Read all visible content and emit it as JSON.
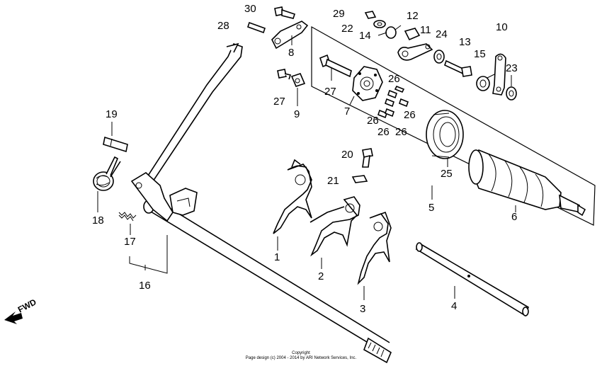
{
  "fwd_label": "FWD",
  "callouts": [
    {
      "id": "n1",
      "label": "1"
    },
    {
      "id": "n2",
      "label": "2"
    },
    {
      "id": "n3",
      "label": "3"
    },
    {
      "id": "n4",
      "label": "4"
    },
    {
      "id": "n5",
      "label": "5"
    },
    {
      "id": "n6",
      "label": "6"
    },
    {
      "id": "n7",
      "label": "7"
    },
    {
      "id": "n8",
      "label": "8"
    },
    {
      "id": "n9",
      "label": "9"
    },
    {
      "id": "n10",
      "label": "10"
    },
    {
      "id": "n11",
      "label": "11"
    },
    {
      "id": "n12",
      "label": "12"
    },
    {
      "id": "n13",
      "label": "13"
    },
    {
      "id": "n14",
      "label": "14"
    },
    {
      "id": "n15",
      "label": "15"
    },
    {
      "id": "n16",
      "label": "16"
    },
    {
      "id": "n17",
      "label": "17"
    },
    {
      "id": "n18",
      "label": "18"
    },
    {
      "id": "n19",
      "label": "19"
    },
    {
      "id": "n20",
      "label": "20"
    },
    {
      "id": "n21",
      "label": "21"
    },
    {
      "id": "n22",
      "label": "22"
    },
    {
      "id": "n23",
      "label": "23"
    },
    {
      "id": "n24",
      "label": "24"
    },
    {
      "id": "n25",
      "label": "25"
    },
    {
      "id": "n26a",
      "label": "26"
    },
    {
      "id": "n26b",
      "label": "26"
    },
    {
      "id": "n26c",
      "label": "26"
    },
    {
      "id": "n26d",
      "label": "26"
    },
    {
      "id": "n26e",
      "label": "26"
    },
    {
      "id": "n27a",
      "label": "27"
    },
    {
      "id": "n27b",
      "label": "27"
    },
    {
      "id": "n28",
      "label": "28"
    },
    {
      "id": "n29",
      "label": "29"
    },
    {
      "id": "n30",
      "label": "30"
    }
  ],
  "copyright": {
    "line1": "Copyright",
    "line2": "Page design (c) 2004 - 2014 by ARI Network Services, Inc."
  }
}
